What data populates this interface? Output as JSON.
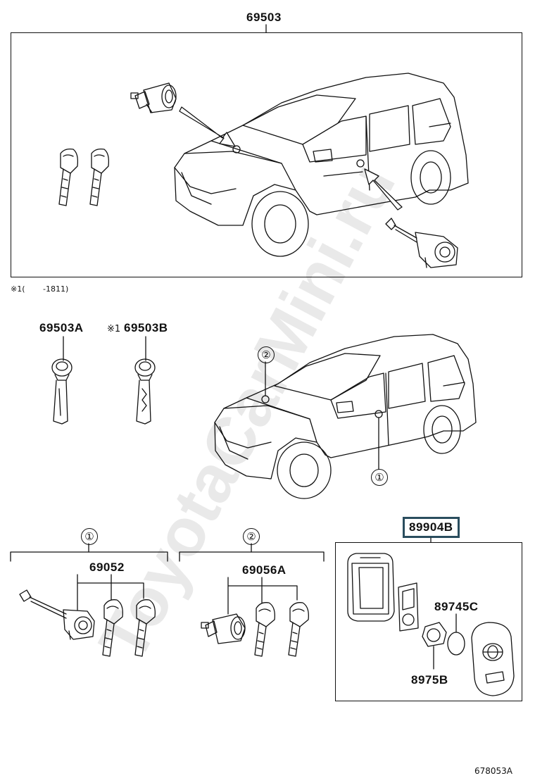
{
  "labels": {
    "top_part": "69503",
    "note": "※1(　　 -1811)",
    "key_a": "69503A",
    "key_b_prefix": "※1",
    "key_b": "69503B",
    "callout1": "①",
    "callout2": "②",
    "group1_title": "①",
    "group2_title": "②",
    "group1_part": "69052",
    "group2_part": "69056A",
    "remote": "89904B",
    "battery": "89745C",
    "holder": "8975B",
    "diagram_id": "678053A"
  },
  "watermark": "ToyotaCarMini.ru",
  "colors": {
    "line": "#111111",
    "highlight": "#2a4d5e",
    "watermark": "#e6e6e6"
  }
}
